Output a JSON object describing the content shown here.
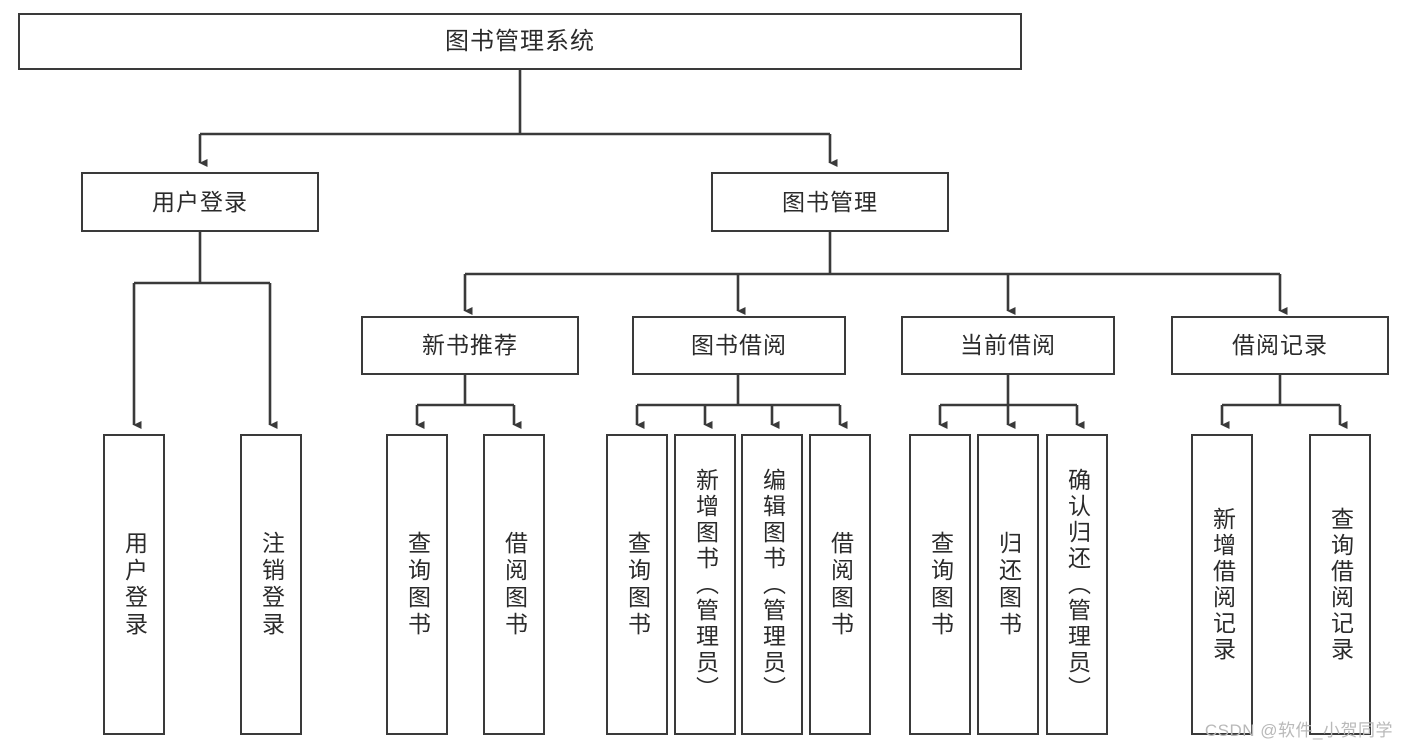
{
  "diagram": {
    "title": "图书管理系统",
    "type": "tree-hierarchy-chart",
    "line_color": "#3a3a3a",
    "box_fill": "#ffffff",
    "text_color": "#2b2b2b",
    "watermark": "CSDN @软件_小贺同学"
  },
  "nodes": {
    "root": {
      "label": "图书管理系统"
    },
    "level2": [
      {
        "label": "用户登录"
      },
      {
        "label": "图书管理"
      }
    ],
    "level3": [
      {
        "label": "新书推荐"
      },
      {
        "label": "图书借阅"
      },
      {
        "label": "当前借阅"
      },
      {
        "label": "借阅记录"
      }
    ],
    "leaves": {
      "user_login": [
        {
          "label": "用户登录"
        },
        {
          "label": "注销登录"
        }
      ],
      "new_book": [
        {
          "label": "查询图书"
        },
        {
          "label": "借阅图书"
        }
      ],
      "book_borrow": [
        {
          "label": "查询图书"
        },
        {
          "label": "新增图书（管理员）"
        },
        {
          "label": "编辑图书（管理员）"
        },
        {
          "label": "借阅图书"
        }
      ],
      "current_borrow": [
        {
          "label": "查询图书"
        },
        {
          "label": "归还图书"
        },
        {
          "label": "确认归还（管理员）"
        }
      ],
      "borrow_record": [
        {
          "label": "新增借阅记录"
        },
        {
          "label": "查询借阅记录"
        }
      ]
    }
  }
}
